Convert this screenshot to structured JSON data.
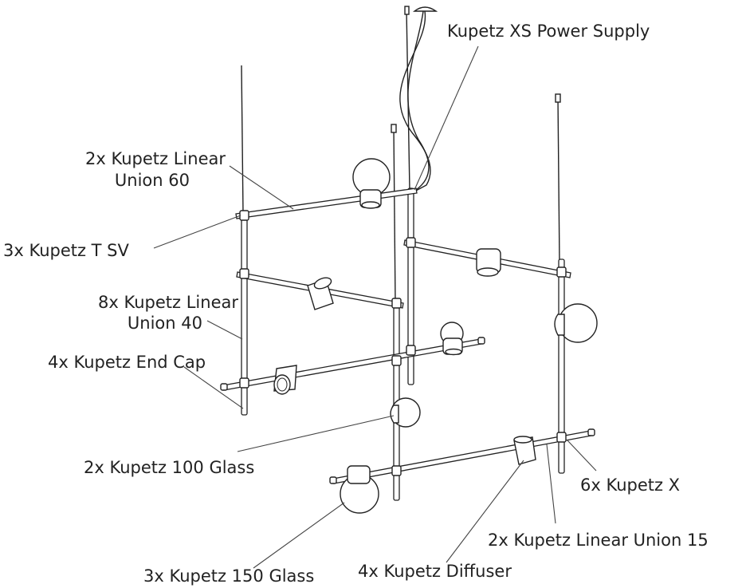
{
  "labels": {
    "power_supply": "Kupetz XS Power Supply",
    "linear_union_60": [
      "2x Kupetz Linear",
      "Union 60"
    ],
    "t_sv": "3x Kupetz T SV",
    "linear_union_40": [
      "8x Kupetz Linear",
      "Union 40"
    ],
    "end_cap": "4x Kupetz End Cap",
    "glass_100": "2x Kupetz 100 Glass",
    "kupetz_x": "6x Kupetz X",
    "linear_union_15": "2x Kupetz Linear Union 15",
    "glass_150": "3x Kupetz 150 Glass",
    "diffuser": "4x Kupetz Diffuser"
  }
}
